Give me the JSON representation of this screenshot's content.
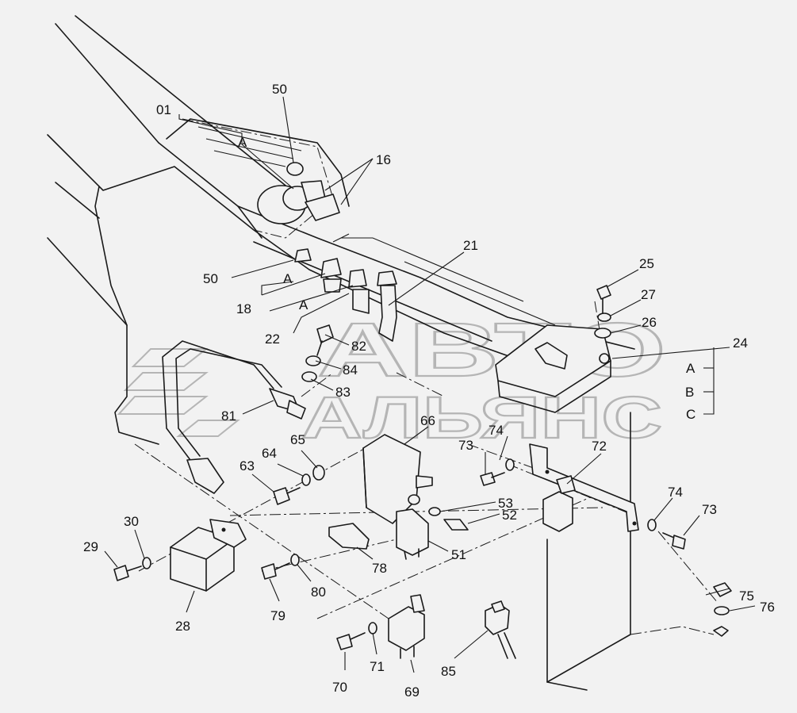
{
  "watermark": {
    "line1": "АВТО",
    "line2": "АЛЬЯНС"
  },
  "callouts": {
    "c01": "01",
    "c50a": "50",
    "cA1": "A",
    "c16": "16",
    "c50b": "50",
    "cA2": "A",
    "c18": "18",
    "cA3": "A",
    "c22": "22",
    "c21": "21",
    "c82": "82",
    "c84": "84",
    "c83": "83",
    "c81": "81",
    "c25": "25",
    "c27": "27",
    "c26": "26",
    "c24": "24",
    "cA4": "A",
    "cB": "B",
    "cC": "C",
    "c66": "66",
    "c74a": "74",
    "c73a": "73",
    "c72": "72",
    "c65": "65",
    "c64": "64",
    "c63": "63",
    "c53": "53",
    "c52": "52",
    "c51": "51",
    "c74b": "74",
    "c73b": "73",
    "c30": "30",
    "c29": "29",
    "c28": "28",
    "c78": "78",
    "c79": "79",
    "c80": "80",
    "c75": "75",
    "c76": "76",
    "c70": "70",
    "c71": "71",
    "c69": "69",
    "c85": "85"
  }
}
